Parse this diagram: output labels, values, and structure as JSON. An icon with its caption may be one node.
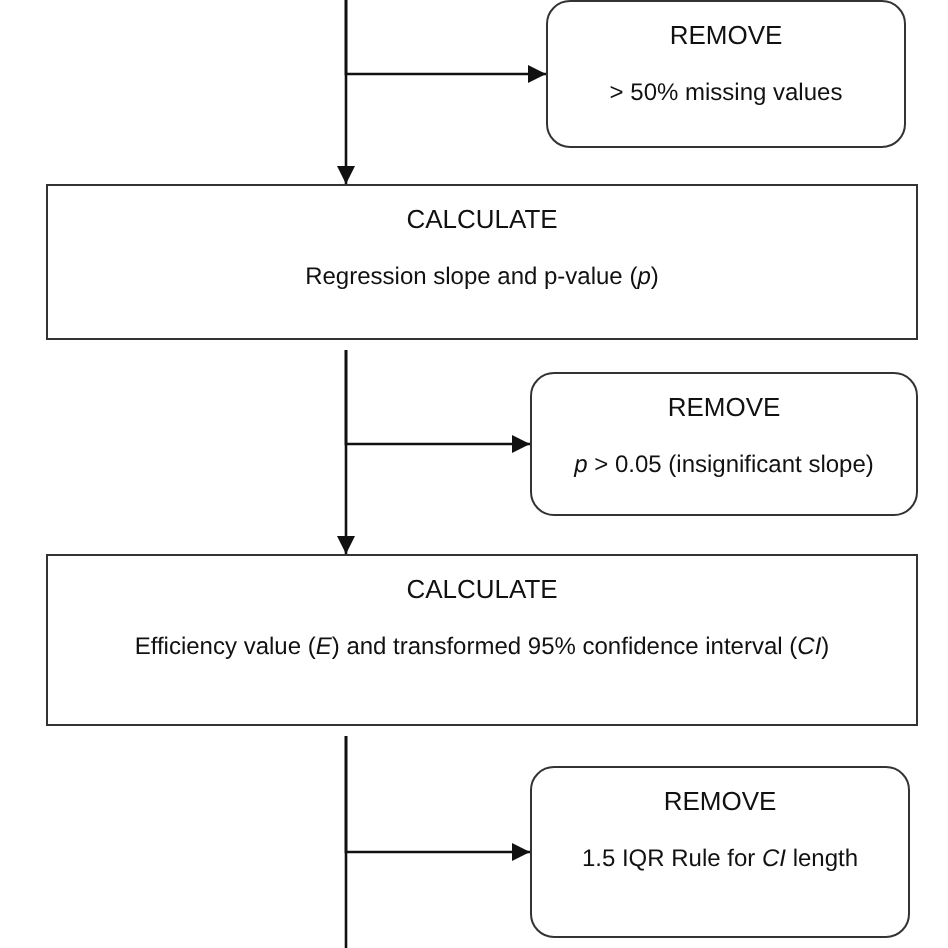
{
  "diagram": {
    "nodes": [
      {
        "text": [
          "REMOVE",
          "> 50% missing values"
        ]
      },
      {
        "text": [
          "CALCULATE",
          "Regression slope and p-value (*p*)"
        ]
      },
      {
        "text": [
          "REMOVE",
          "*p* > 0.05 (insignificant slope)"
        ]
      },
      {
        "text": [
          "CALCULATE",
          "Efficiency value (*E*) and transformed 95% confidence interval (*CI*)"
        ]
      },
      {
        "text": [
          "REMOVE",
          "1.5 IQR Rule for *CI* length"
        ]
      }
    ],
    "edges": [
      {
        "from": null,
        "to": 0,
        "arrow": "to"
      },
      {
        "from": null,
        "to": 1,
        "arrow": "to"
      },
      {
        "from": 1,
        "to": 2,
        "arrow": "to"
      },
      {
        "from": 1,
        "to": 3,
        "arrow": "to"
      },
      {
        "from": 3,
        "to": 4,
        "arrow": "to"
      },
      {
        "from": 3,
        "to": null,
        "arrow": "none"
      }
    ]
  }
}
